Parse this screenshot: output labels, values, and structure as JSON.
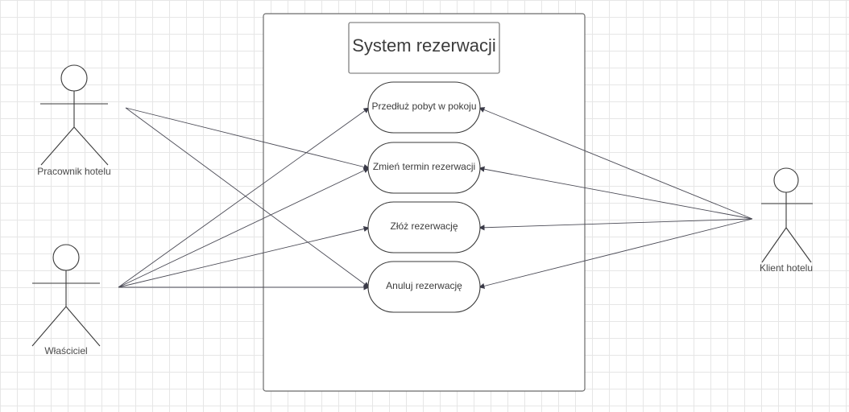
{
  "system": {
    "title": "System rezerwacji"
  },
  "actors": [
    {
      "id": "pracownik",
      "label": "Pracownik hotelu"
    },
    {
      "id": "wlasciciel",
      "label": "Właściciel"
    },
    {
      "id": "klient",
      "label": "Klient hotelu"
    }
  ],
  "use_cases": [
    {
      "id": "przedluz",
      "label": "Przedłuż pobyt w pokoju"
    },
    {
      "id": "zmien",
      "label": "Zmień termin rezerwacji"
    },
    {
      "id": "zloz",
      "label": "Złóż rezerwację"
    },
    {
      "id": "anuluj",
      "label": "Anuluj rezerwację"
    }
  ],
  "associations": [
    {
      "from": "pracownik",
      "to": "zmien"
    },
    {
      "from": "pracownik",
      "to": "anuluj"
    },
    {
      "from": "wlasciciel",
      "to": "przedluz"
    },
    {
      "from": "wlasciciel",
      "to": "zmien"
    },
    {
      "from": "wlasciciel",
      "to": "zloz"
    },
    {
      "from": "wlasciciel",
      "to": "anuluj"
    },
    {
      "from": "klient",
      "to": "przedluz"
    },
    {
      "from": "klient",
      "to": "zmien"
    },
    {
      "from": "klient",
      "to": "zloz"
    },
    {
      "from": "klient",
      "to": "anuluj"
    }
  ],
  "colors": {
    "grid": "#e6e6e6",
    "stroke": "#3a3a3a",
    "text": "#3c3c3c"
  }
}
